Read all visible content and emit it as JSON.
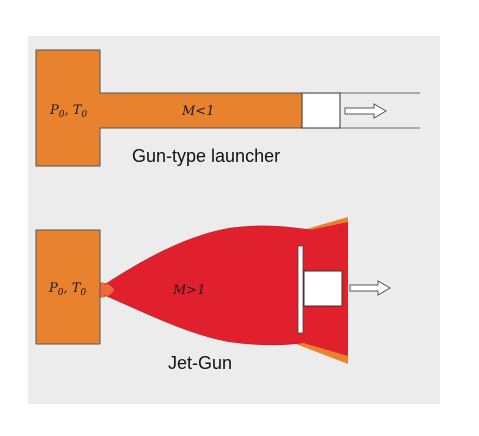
{
  "colors": {
    "background_panel": "#ececec",
    "chamber_orange": "#e8822e",
    "jet_red": "#e0202c",
    "outline": "#555555",
    "projectile_fill": "#ffffff"
  },
  "gun_launcher": {
    "chamber_label": "P0, T0",
    "chamber_label_main": "P",
    "chamber_label_sub0": "0",
    "chamber_label_sep": ", T",
    "chamber_label_sub1": "0",
    "flow_label": "M<1",
    "caption": "Gun-type launcher",
    "arrow_icon": "hollow-right-arrow"
  },
  "jet_gun": {
    "chamber_label": "P0, T0",
    "chamber_label_main": "P",
    "chamber_label_sub0": "0",
    "chamber_label_sep": ", T",
    "chamber_label_sub1": "0",
    "flow_label": "M>1",
    "caption": "Jet-Gun",
    "arrow_icon": "hollow-right-arrow"
  }
}
